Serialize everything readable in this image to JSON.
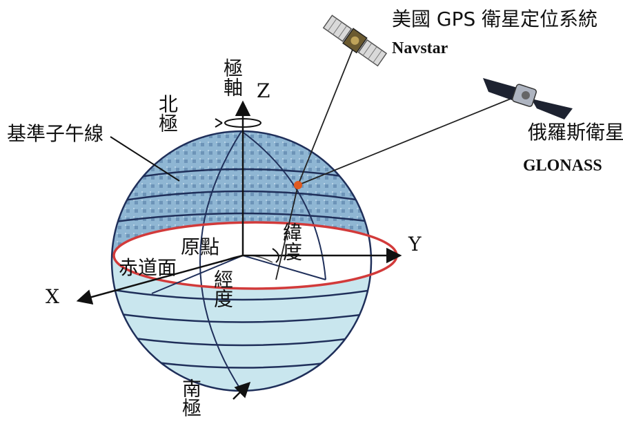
{
  "title": "美國 GPS 衛星定位系統",
  "title_sub": "Navstar",
  "glonass": {
    "name": "俄羅斯衛星",
    "code": "GLONASS"
  },
  "labels": {
    "polar_axis": "極軸",
    "z": "Z",
    "north_pole": "北極",
    "prime_meridian": "基準子午線",
    "latitude": "緯度",
    "origin": "原點",
    "equator_plane": "赤道面",
    "longitude": "經度",
    "x": "X",
    "y": "Y",
    "south_pole": "南極"
  },
  "colors": {
    "northern_hemisphere": "#8fb6d3",
    "southern_hemisphere": "#c9e6ee",
    "equator": "#d23a3a",
    "grid_lines": "#1f2f5a",
    "point_marker": "#e05a20"
  }
}
